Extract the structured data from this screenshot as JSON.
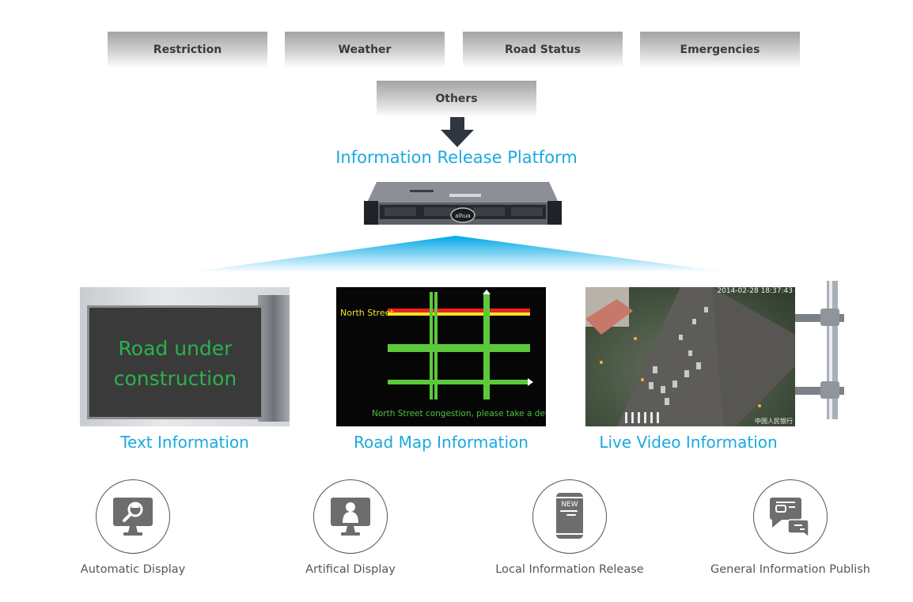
{
  "sources": [
    "Restriction",
    "Weather",
    "Road Status",
    "Emergencies"
  ],
  "other_source": "Others",
  "platform": {
    "title": "Information Release Platform",
    "device": "server-rack-unit",
    "logo": "alhua"
  },
  "displays": [
    {
      "caption": "Text Information",
      "sign_text": [
        "Road under",
        "construction"
      ]
    },
    {
      "caption": "Road Map Information",
      "street_label": "North Street",
      "notice": "North Street congestion, please take a detour."
    },
    {
      "caption": "Live Video Information",
      "timestamp": "2014-02-28 18:37:43",
      "watermark": "中国人民银行"
    }
  ],
  "features": [
    {
      "label": "Automatic Display",
      "icon": "monitor-search-icon"
    },
    {
      "label": "Artifical Display",
      "icon": "monitor-person-icon"
    },
    {
      "label": "Local Information Release",
      "icon": "phone-new-icon",
      "badge": "NEW"
    },
    {
      "label": "General Information Publish",
      "icon": "chat-bubbles-icon"
    }
  ],
  "colors": {
    "accent": "#1ba8e0",
    "icon_gray": "#6d6d6d",
    "sign_green": "#2bb24c",
    "map_red": "#e8231f",
    "map_yellow": "#f2e52a",
    "map_green": "#5cc93b"
  }
}
